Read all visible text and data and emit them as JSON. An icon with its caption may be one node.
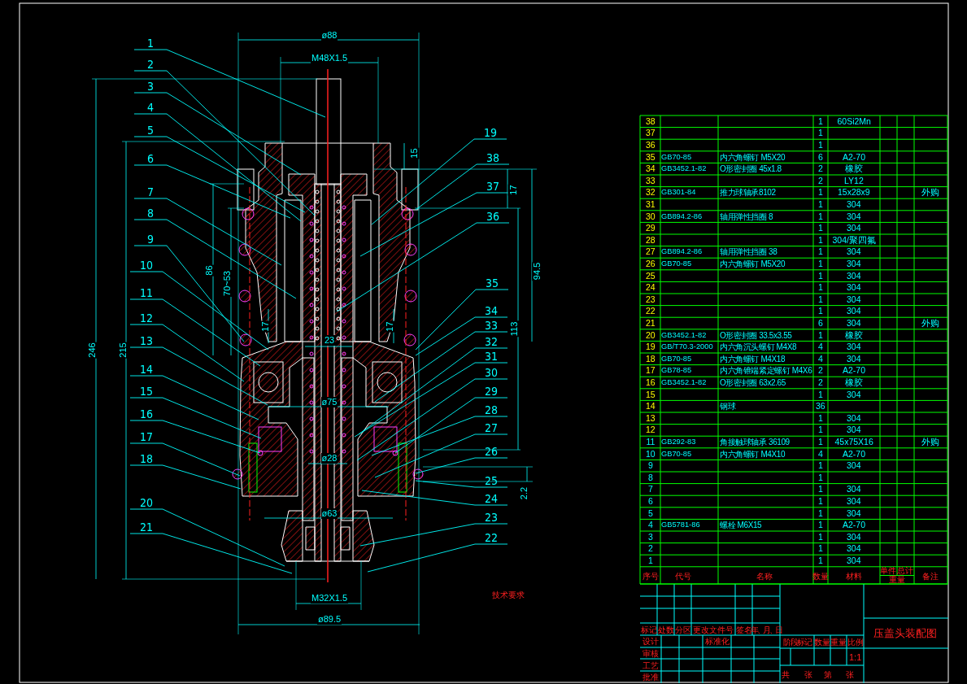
{
  "diagram": {
    "nodes": [
      {
        "text": [
          "1"
        ]
      },
      {
        "text": [
          "2"
        ]
      },
      {
        "text": [
          "3"
        ]
      },
      {
        "text": [
          "4"
        ]
      },
      {
        "text": [
          "5"
        ]
      },
      {
        "text": [
          "6"
        ]
      },
      {
        "text": [
          "7"
        ]
      },
      {
        "text": [
          "8"
        ]
      },
      {
        "text": [
          "9"
        ]
      },
      {
        "text": [
          "10"
        ]
      },
      {
        "text": [
          "11"
        ]
      },
      {
        "text": [
          "12"
        ]
      },
      {
        "text": [
          "13"
        ]
      },
      {
        "text": [
          "14"
        ]
      },
      {
        "text": [
          "15"
        ]
      },
      {
        "text": [
          "16"
        ]
      },
      {
        "text": [
          "17"
        ]
      },
      {
        "text": [
          "18"
        ]
      },
      {
        "text": [
          "20"
        ]
      },
      {
        "text": [
          "21"
        ]
      },
      {
        "text": [
          "19"
        ]
      },
      {
        "text": [
          "38"
        ]
      },
      {
        "text": [
          "37"
        ]
      },
      {
        "text": [
          "36"
        ]
      },
      {
        "text": [
          "35"
        ]
      },
      {
        "text": [
          "34"
        ]
      },
      {
        "text": [
          "33"
        ]
      },
      {
        "text": [
          "32"
        ]
      },
      {
        "text": [
          "31"
        ]
      },
      {
        "text": [
          "30"
        ]
      },
      {
        "text": [
          "29"
        ]
      },
      {
        "text": [
          "28"
        ]
      },
      {
        "text": [
          "27"
        ]
      },
      {
        "text": [
          "26"
        ]
      },
      {
        "text": [
          "25"
        ]
      },
      {
        "text": [
          "24"
        ]
      },
      {
        "text": [
          "23"
        ]
      },
      {
        "text": [
          "22"
        ]
      }
    ],
    "edges": [
      {
        "from": 0,
        "to": null,
        "arrow": "none"
      },
      {
        "from": 1,
        "to": null,
        "arrow": "none"
      },
      {
        "from": 2,
        "to": null,
        "arrow": "none"
      },
      {
        "from": 3,
        "to": null,
        "arrow": "none"
      },
      {
        "from": 4,
        "to": null,
        "arrow": "none"
      },
      {
        "from": 5,
        "to": null,
        "arrow": "none"
      },
      {
        "from": 6,
        "to": null,
        "arrow": "none"
      },
      {
        "from": 7,
        "to": null,
        "arrow": "none"
      },
      {
        "from": 8,
        "to": null,
        "arrow": "none"
      },
      {
        "from": 9,
        "to": null,
        "arrow": "none"
      },
      {
        "from": 10,
        "to": null,
        "arrow": "none"
      },
      {
        "from": 11,
        "to": null,
        "arrow": "none"
      },
      {
        "from": 12,
        "to": null,
        "arrow": "none"
      },
      {
        "from": 13,
        "to": null,
        "arrow": "none"
      },
      {
        "from": 14,
        "to": null,
        "arrow": "none"
      },
      {
        "from": 15,
        "to": null,
        "arrow": "none"
      },
      {
        "from": 16,
        "to": null,
        "arrow": "none"
      },
      {
        "from": 17,
        "to": null,
        "arrow": "none"
      },
      {
        "from": 18,
        "to": null,
        "arrow": "none"
      },
      {
        "from": 19,
        "to": null,
        "arrow": "none"
      },
      {
        "from": 20,
        "to": null,
        "arrow": "none"
      },
      {
        "from": 21,
        "to": null,
        "arrow": "none"
      },
      {
        "from": 22,
        "to": null,
        "arrow": "none"
      },
      {
        "from": 23,
        "to": null,
        "arrow": "none"
      },
      {
        "from": 24,
        "to": null,
        "arrow": "none"
      },
      {
        "from": 25,
        "to": null,
        "arrow": "none"
      },
      {
        "from": 26,
        "to": null,
        "arrow": "none"
      },
      {
        "from": 27,
        "to": null,
        "arrow": "none"
      },
      {
        "from": 28,
        "to": null,
        "arrow": "none"
      },
      {
        "from": 29,
        "to": null,
        "arrow": "none"
      },
      {
        "from": 30,
        "to": null,
        "arrow": "none"
      },
      {
        "from": 31,
        "to": null,
        "arrow": "none"
      },
      {
        "from": 32,
        "to": null,
        "arrow": "none"
      },
      {
        "from": 33,
        "to": null,
        "arrow": "none"
      },
      {
        "from": 34,
        "to": null,
        "arrow": "none"
      },
      {
        "from": 35,
        "to": null,
        "arrow": "none"
      },
      {
        "from": 36,
        "to": null,
        "arrow": "none"
      },
      {
        "from": 37,
        "to": null,
        "arrow": "none"
      }
    ],
    "labels": [
      "ø88",
      "M48X1.5",
      "15",
      "17",
      "86",
      "70~53",
      "94.5",
      "17",
      "23",
      "17",
      "113",
      "246",
      "215",
      "ø75",
      "ø28",
      "ø63",
      "2.2",
      "M32X1.5",
      "ø89.5",
      "技术要求",
      "38",
      "1",
      "60Si2Mn",
      "37",
      "1",
      "36",
      "1",
      "35",
      "GB70-85",
      "内六角螺钉 M5X20",
      "6",
      "A2-70",
      "34",
      "GB3452.1-82",
      "O形密封圈 45x1.8",
      "2",
      "橡胶",
      "33",
      "2",
      "LY12",
      "32",
      "GB301-84",
      "推力球轴承8102",
      "1",
      "15x28x9",
      "外购",
      "31",
      "1",
      "304",
      "30",
      "GB894.2-86",
      "轴用弹性挡圈 8",
      "1",
      "304",
      "29",
      "1",
      "304",
      "28",
      "1",
      "304/聚四氟",
      "27",
      "GB894.2-86",
      "轴用弹性挡圈 38",
      "1",
      "304",
      "26",
      "GB70-85",
      "内六角螺钉 M5X20",
      "1",
      "304",
      "25",
      "1",
      "304",
      "24",
      "1",
      "304",
      "23",
      "1",
      "304",
      "22",
      "1",
      "304",
      "21",
      "6",
      "304",
      "外购",
      "20",
      "GB3452.1-82",
      "O形密封圈 33.5x3.55",
      "1",
      "橡胶",
      "19",
      "GB/T70.3-2000",
      "内六角沉头螺钉 M4X8",
      "4",
      "304",
      "18",
      "GB70-85",
      "内六角螺钉 M4X18",
      "4",
      "304",
      "17",
      "GB78-85",
      "内六角锥端紧定螺钉 M4X6",
      "2",
      "A2-70",
      "16",
      "GB3452.1-82",
      "O形密封圈 63x2.65",
      "2",
      "橡胶",
      "15",
      "1",
      "304",
      "14",
      "钢球",
      "36",
      "13",
      "1",
      "304",
      "12",
      "1",
      "304",
      "11",
      "GB292-83",
      "角接触球轴承 36109",
      "1",
      "45x75X16",
      "外购",
      "10",
      "GB70-85",
      "内六角螺钉 M4X10",
      "4",
      "A2-70",
      "9",
      "1",
      "304",
      "8",
      "1",
      "7",
      "1",
      "304",
      "6",
      "1",
      "304",
      "5",
      "1",
      "304",
      "4",
      "GB5781-86",
      "螺栓 M6X15",
      "1",
      "A2-70",
      "3",
      "1",
      "304",
      "2",
      "1",
      "304",
      "1",
      "1",
      "304",
      "序号",
      "代号",
      "名称",
      "数量",
      "材料",
      "单件",
      "总计",
      "重量",
      "备注",
      "标记",
      "处数",
      "分区",
      "更改文件号",
      "签名",
      "年、月、日",
      "设计",
      "标准化",
      "阶段标记",
      "数量",
      "重量",
      "比例",
      "审核",
      "1:1",
      "工艺",
      "批准",
      "共",
      "张",
      "第",
      "张",
      "压盖头装配图"
    ]
  }
}
